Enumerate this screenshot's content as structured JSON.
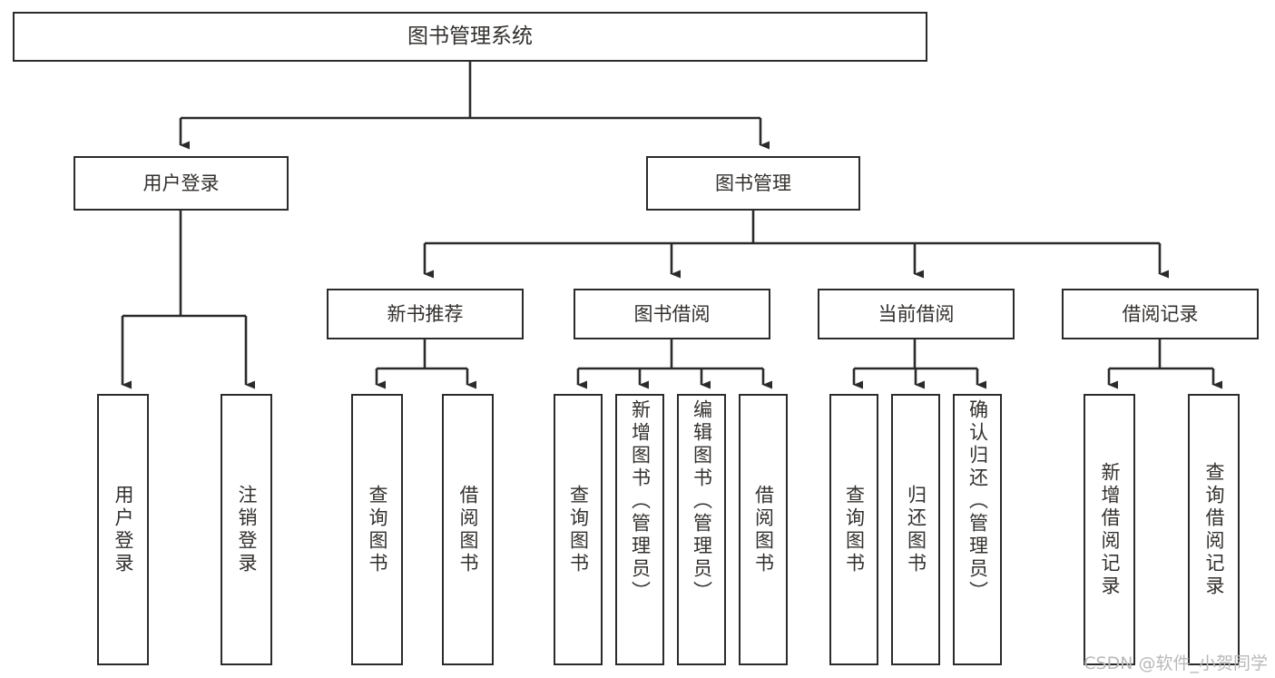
{
  "diagram": {
    "title": "图书管理系统",
    "watermark": "CSDN @软件_小贺同学",
    "colors": {
      "stroke": "#2b2b2b",
      "fill": "#ffffff",
      "text": "#33302e",
      "watermark": "#b9b9b9"
    },
    "root": {
      "label": "图书管理系统"
    },
    "level2": [
      {
        "label": "用户登录"
      },
      {
        "label": "图书管理"
      }
    ],
    "level3": [
      {
        "label": "新书推荐"
      },
      {
        "label": "图书借阅"
      },
      {
        "label": "当前借阅"
      },
      {
        "label": "借阅记录"
      }
    ],
    "leaves": {
      "user_login": [
        {
          "label": "用户登录"
        },
        {
          "label": "注销登录"
        }
      ],
      "new_book": [
        {
          "label": "查询图书"
        },
        {
          "label": "借阅图书"
        }
      ],
      "book_borrow": [
        {
          "label": "查询图书"
        },
        {
          "label": "新增图书（管理员）"
        },
        {
          "label": "编辑图书（管理员）"
        },
        {
          "label": "借阅图书"
        }
      ],
      "current_borrow": [
        {
          "label": "查询图书"
        },
        {
          "label": "归还图书"
        },
        {
          "label": "确认归还（管理员）"
        }
      ],
      "borrow_record": [
        {
          "label": "新增借阅记录"
        },
        {
          "label": "查询借阅记录"
        }
      ]
    }
  }
}
